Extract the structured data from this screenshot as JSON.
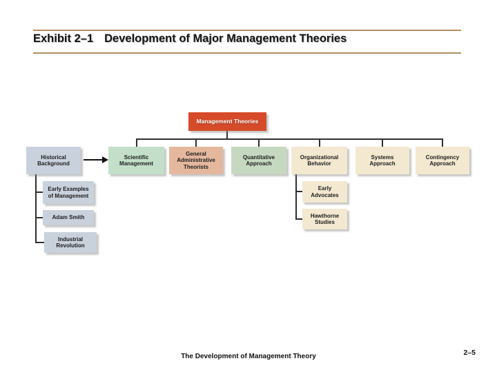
{
  "slide": {
    "title": {
      "exhibit_label": "Exhibit 2–1",
      "title_text": "Development of Major Management Theories"
    },
    "footer": {
      "caption": "The Development of Management Theory",
      "page_number": "2–5"
    }
  },
  "colors": {
    "root_box": "#D54A28",
    "historical_boxes": "#C9D1DC",
    "scientific_box": "#C3DFC9",
    "administrative_box": "#E5B89E",
    "quantitative_box": "#C6D9C0",
    "behavioral_boxes": "#F3E9D1",
    "title_rule": "#B18D5F",
    "connector": "#2e2e2e"
  },
  "diagram": {
    "root": {
      "label": "Management Theories"
    },
    "level2": [
      {
        "label": "Historical Background"
      },
      {
        "label": "Scientific Management"
      },
      {
        "label": "General Administrative Theorists"
      },
      {
        "label": "Quantitative Approach"
      },
      {
        "label": "Organizational Behavior"
      },
      {
        "label": "Systems Approach"
      },
      {
        "label": "Contingency Approach"
      }
    ],
    "historical_children": [
      {
        "label": "Early Examples of Management"
      },
      {
        "label": "Adam Smith"
      },
      {
        "label": "Industrial Revolution"
      }
    ],
    "behavior_children": [
      {
        "label": "Early Advocates"
      },
      {
        "label": "Hawthorne Studies"
      }
    ]
  }
}
